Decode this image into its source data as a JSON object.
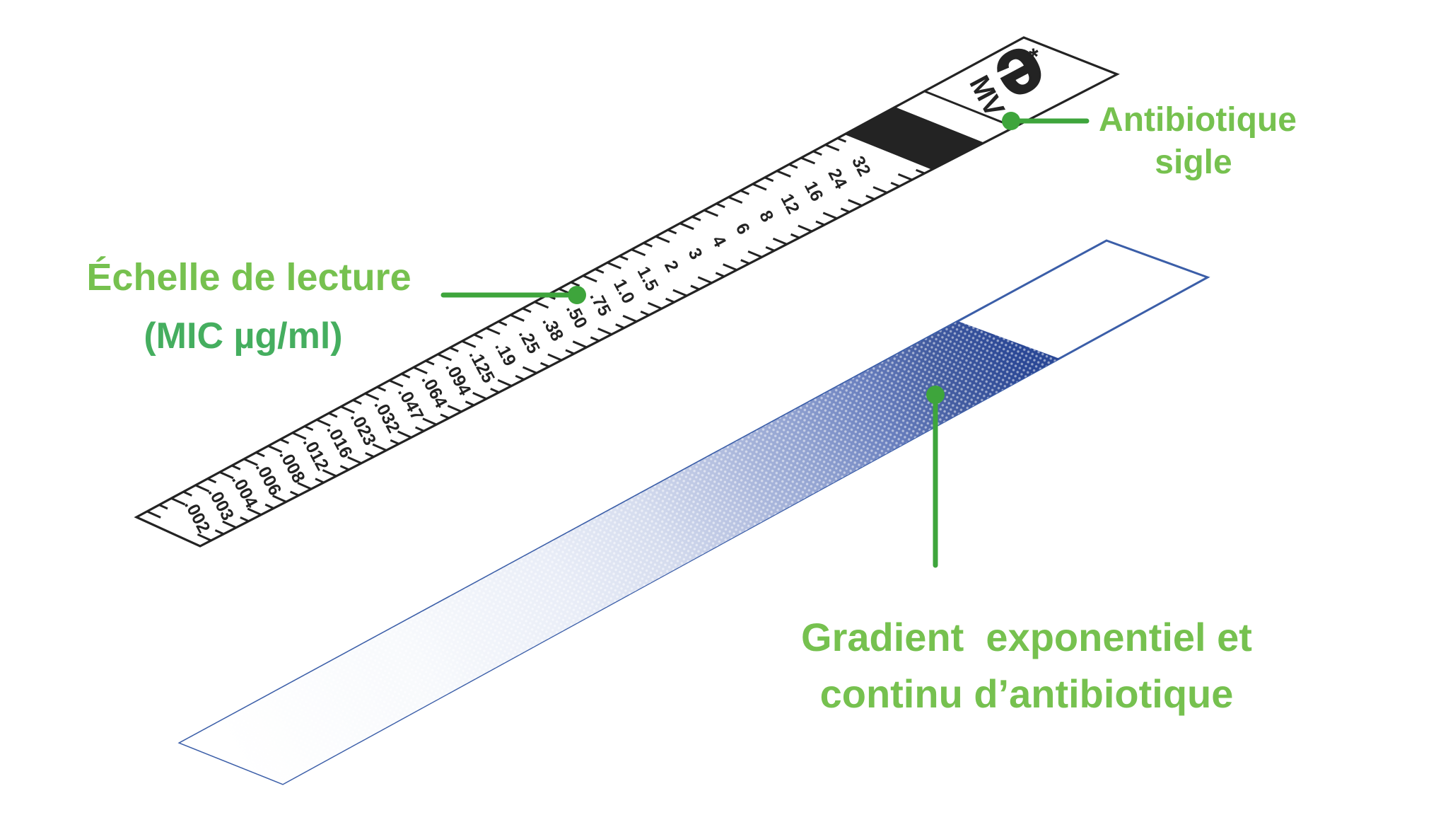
{
  "annotations": {
    "scale": {
      "line1": "Échelle de lecture",
      "line2": "(MIC µg/ml)"
    },
    "antibiotic_sigle": {
      "line1": "Antibiotique",
      "line2": "sigle"
    },
    "gradient": {
      "line1": "Gradient  exponentiel et",
      "line2": "continu d’antibiotique"
    }
  },
  "ruler_strip": {
    "brand_letter": "e",
    "antibiotic_code": "MV",
    "asterisk": "*",
    "mic_values": [
      ".002",
      ".003",
      ".004",
      ".006",
      ".008",
      ".012",
      ".016",
      ".023",
      ".032",
      ".047",
      ".064",
      ".094",
      ".125",
      ".19",
      ".25",
      ".38",
      ".50",
      ".75",
      "1.0",
      "1.5",
      "2",
      "3",
      "4",
      "6",
      "8",
      "12",
      "16",
      "24",
      "32"
    ]
  },
  "colors": {
    "label_green": "#76c14f",
    "unit_green": "#45ae5f",
    "pointer_green": "#3ea53c",
    "ruler_ink": "#232323",
    "strip_outline": "#3b5ea8",
    "gradient_dark": "#2b4896"
  },
  "gradient_stops": [
    "#ffffff",
    "#f7f9fc",
    "#e9edf7",
    "#d5dcee",
    "#b5c0e0",
    "#90a1d0",
    "#697fbe",
    "#445da1",
    "#2b4896"
  ]
}
